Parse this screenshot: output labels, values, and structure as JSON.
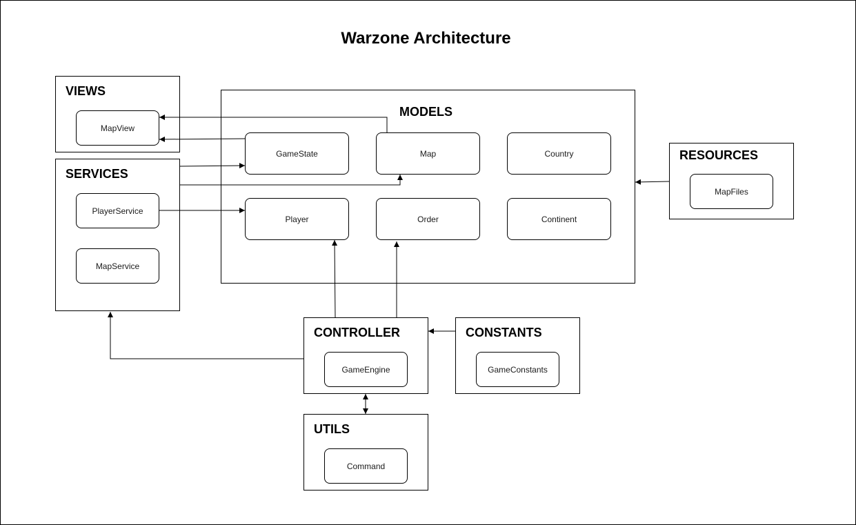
{
  "diagram": {
    "title": "Warzone Architecture",
    "packages": {
      "views": {
        "label": "VIEWS",
        "classes": {
          "map_view": "MapView"
        }
      },
      "services": {
        "label": "SERVICES",
        "classes": {
          "player_service": "PlayerService",
          "map_service": "MapService"
        }
      },
      "models": {
        "label": "MODELS",
        "classes": {
          "game_state": "GameState",
          "map": "Map",
          "country": "Country",
          "player": "Player",
          "order": "Order",
          "continent": "Continent"
        }
      },
      "resources": {
        "label": "RESOURCES",
        "classes": {
          "map_files": "MapFiles"
        }
      },
      "controller": {
        "label": "CONTROLLER",
        "classes": {
          "game_engine": "GameEngine"
        }
      },
      "constants": {
        "label": "CONSTANTS",
        "classes": {
          "game_constants": "GameConstants"
        }
      },
      "utils": {
        "label": "UTILS",
        "classes": {
          "command": "Command"
        }
      }
    },
    "edges": [
      {
        "from": "Map",
        "to": "MapView"
      },
      {
        "from": "GameState",
        "to": "MapView"
      },
      {
        "from": "SERVICES",
        "to": "GameState"
      },
      {
        "from": "SERVICES",
        "to": "Map"
      },
      {
        "from": "PlayerService",
        "to": "Player"
      },
      {
        "from": "RESOURCES",
        "to": "MODELS"
      },
      {
        "from": "CONTROLLER",
        "to": "Player"
      },
      {
        "from": "CONTROLLER",
        "to": "Order"
      },
      {
        "from": "CONTROLLER",
        "to": "SERVICES"
      },
      {
        "from": "CONSTANTS",
        "to": "CONTROLLER"
      },
      {
        "from": "CONTROLLER",
        "to": "UTILS",
        "bidirectional": true
      }
    ]
  }
}
